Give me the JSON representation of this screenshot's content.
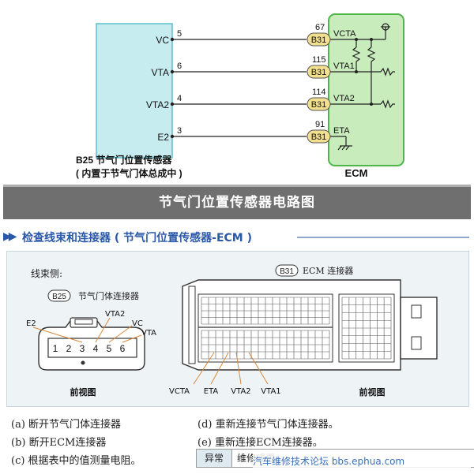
{
  "circuit": {
    "sensor_label": "B25  节气门位置传感器",
    "sensor_sub": "( 内置于节气门体总成中 )",
    "ecm_label": "ECM",
    "sensor_pins": [
      {
        "name": "VC",
        "num": "5"
      },
      {
        "name": "VTA",
        "num": "6"
      },
      {
        "name": "VTA2",
        "num": "4"
      },
      {
        "name": "E2",
        "num": "3"
      }
    ],
    "ecm_pins": [
      {
        "num": "67",
        "connector": "B31",
        "name": "VCTA"
      },
      {
        "num": "115",
        "connector": "B31",
        "name": "VTA1"
      },
      {
        "num": "114",
        "connector": "B31",
        "name": "VTA2"
      },
      {
        "num": "91",
        "connector": "B31",
        "name": "ETA"
      }
    ],
    "colors": {
      "sensor_fill": "#c6ecef",
      "sensor_border": "#5bbfcc",
      "ecm_fill": "#c8ecbc",
      "ecm_border": "#4fb548",
      "connector_fill": "#f3e08e",
      "banner": "#6f6f6f"
    }
  },
  "banner_title": "节气门位置传感器电路图",
  "section": {
    "arrows": "▶▶",
    "title": "检查线束和连接器 ( 节气门位置传感器-ECM )"
  },
  "connectors": {
    "harness_side": "线束侧:",
    "b25_badge": "B25",
    "b25_title": "节气门体连接器",
    "b31_badge": "B31",
    "b31_title": "ECM 连接器",
    "b25_pins": [
      "1",
      "2",
      "3",
      "4",
      "5",
      "6"
    ],
    "b25_leader_labels": {
      "e2": "E2",
      "vta2": "VTA2",
      "vc": "VC",
      "vta": "VTA"
    },
    "b31_leader_labels": [
      "VCTA",
      "ETA",
      "VTA2",
      "VTA1"
    ],
    "front_view": "前视图"
  },
  "procedure": [
    "(a) 断开节气门体连接器",
    "(b) 断开ECM连接器",
    "(c) 根据表中的值测量电阻。",
    "(d) 重新连接节气门体连接器。",
    "(e) 重新连接ECM连接器。"
  ],
  "table": {
    "col1": "异常",
    "col2": "维修或更"
  },
  "watermark": "汽车维修技术论坛 bbs.ephua.com"
}
